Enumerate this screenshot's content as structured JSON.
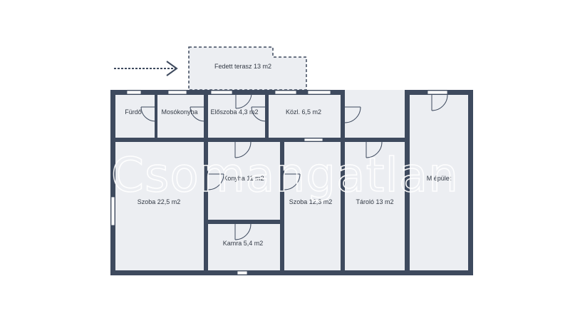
{
  "watermark": "Csomangatlan",
  "colors": {
    "wall": "#3e4a5e",
    "floor": "#eceef2",
    "door": "#3e4a5e",
    "window": "#ffffff",
    "terrace": "#eceef2"
  },
  "rooms": {
    "terrace": {
      "label": "Fedett terasz  13 m2"
    },
    "furdo": {
      "label": "Fürdő"
    },
    "mosokonyha": {
      "label": "Mosókonyha"
    },
    "eloszoba": {
      "label": "Előszoba  4,3 m2"
    },
    "kozl": {
      "label": "Közl. 6,5 m2"
    },
    "szoba1": {
      "label": "Szoba  22,5 m2"
    },
    "konyha": {
      "label": "Konyha  11 m2"
    },
    "kamra": {
      "label": "Kamra  5,4 m2"
    },
    "szoba2": {
      "label": "Szoba  12,3 m2"
    },
    "tarolo": {
      "label": "Tároló  13 m2"
    },
    "melleknepulet": {
      "label": "M.épület"
    }
  },
  "entrance": {
    "icon": "entrance-arrow-icon"
  }
}
